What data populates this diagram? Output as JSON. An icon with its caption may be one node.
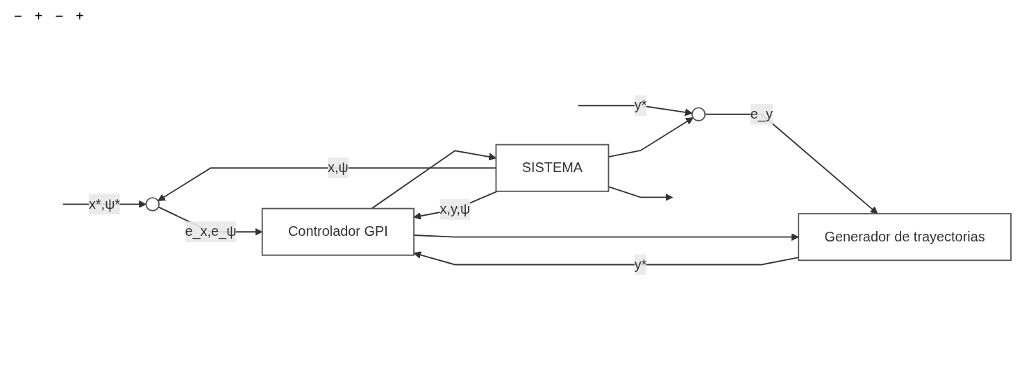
{
  "diagram": {
    "nodes": [
      {
        "text": [],
        "shape": "circle"
      },
      {
        "text": [],
        "shape": "circle"
      },
      {
        "text": [
          "Generador de trayectorias"
        ]
      },
      {
        "text": [
          "Controlador GPI"
        ]
      },
      {
        "text": [
          "SISTEMA"
        ]
      }
    ],
    "edges": [
      {
        "from": null,
        "to": 0,
        "arrow": "to",
        "label": "x*,ψ*"
      },
      {
        "from": null,
        "to": 1,
        "arrow": "to",
        "label": "y*"
      },
      {
        "from": 0,
        "to": 3,
        "arrow": "to",
        "label": "e_x,e_ψ"
      },
      {
        "from": 1,
        "to": 2,
        "arrow": "to",
        "label": "e_y"
      },
      {
        "from": 2,
        "to": 3,
        "arrow": "to",
        "label": "y*"
      },
      {
        "from": 3,
        "to": 4,
        "arrow": "to"
      },
      {
        "from": 3,
        "to": 2,
        "arrow": "to"
      },
      {
        "from": 4,
        "to": null,
        "arrow": "to"
      },
      {
        "from": 4,
        "to": 0,
        "arrow": "to",
        "label": "x,ψ"
      },
      {
        "from": 4,
        "to": 1,
        "arrow": "to"
      },
      {
        "from": 4,
        "to": 3,
        "arrow": "to",
        "label": "x,y,ψ"
      }
    ],
    "labels": [
      "−",
      "+",
      "−",
      "+"
    ]
  }
}
